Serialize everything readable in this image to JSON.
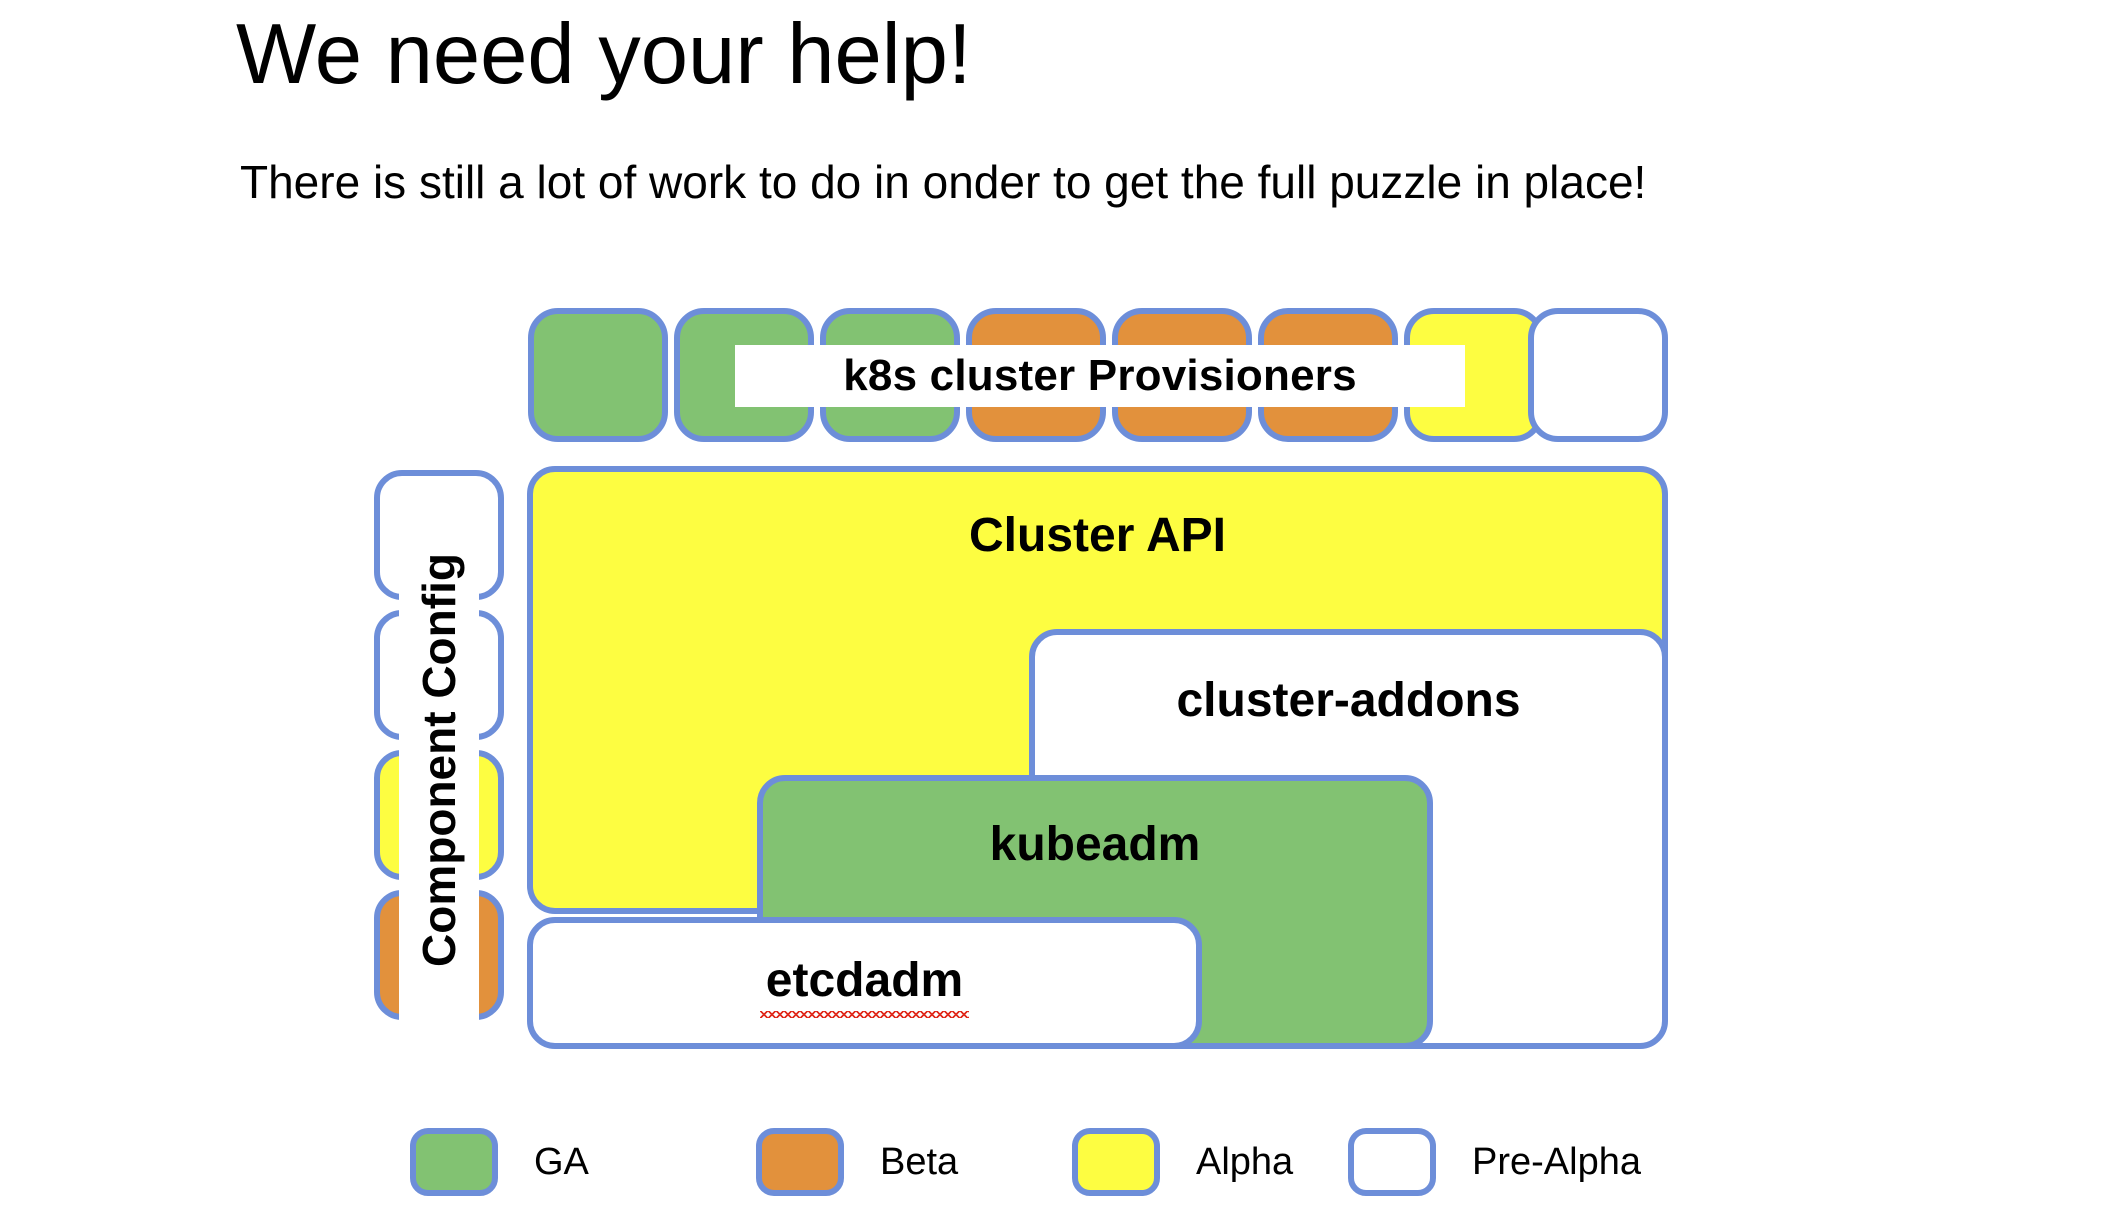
{
  "slide": {
    "title": "We need your help!",
    "subtitle": "There is still a lot of work to do in onder to get the full puzzle in place!"
  },
  "colors": {
    "border_blue": "#6d8ed9",
    "ga_green": "#82c272",
    "beta_orange": "#e2913c",
    "alpha_yellow": "#fdfd41",
    "pre_alpha_white": "#ffffff",
    "spell_error_red": "#e02a1c"
  },
  "provisioner_row": {
    "label": "k8s cluster Provisioners",
    "boxes": [
      {
        "status": "GA",
        "fill": "ga"
      },
      {
        "status": "GA",
        "fill": "ga"
      },
      {
        "status": "GA",
        "fill": "ga"
      },
      {
        "status": "Beta",
        "fill": "beta"
      },
      {
        "status": "Beta",
        "fill": "beta"
      },
      {
        "status": "Beta",
        "fill": "beta"
      },
      {
        "status": "Alpha",
        "fill": "alpha"
      },
      {
        "status": "Pre-Alpha",
        "fill": "prealpha"
      }
    ]
  },
  "component_config": {
    "label": "Component Config",
    "boxes": [
      {
        "status": "Pre-Alpha",
        "fill": "prealpha"
      },
      {
        "status": "Pre-Alpha",
        "fill": "prealpha"
      },
      {
        "status": "Alpha",
        "fill": "alpha"
      },
      {
        "status": "Beta",
        "fill": "beta"
      }
    ]
  },
  "diagram": {
    "cluster_api": {
      "label": "Cluster API",
      "status": "Alpha",
      "fill": "alpha"
    },
    "cluster_addons": {
      "label": "cluster-addons",
      "status": "Pre-Alpha",
      "fill": "prealpha"
    },
    "kubeadm": {
      "label": "kubeadm",
      "status": "GA",
      "fill": "ga"
    },
    "etcdadm": {
      "label": "etcdadm",
      "status": "Pre-Alpha",
      "fill": "prealpha",
      "spell_error": true
    }
  },
  "legend": {
    "items": [
      {
        "label": "GA",
        "fill": "ga"
      },
      {
        "label": "Beta",
        "fill": "beta"
      },
      {
        "label": "Alpha",
        "fill": "alpha"
      },
      {
        "label": "Pre-Alpha",
        "fill": "prealpha"
      }
    ]
  }
}
